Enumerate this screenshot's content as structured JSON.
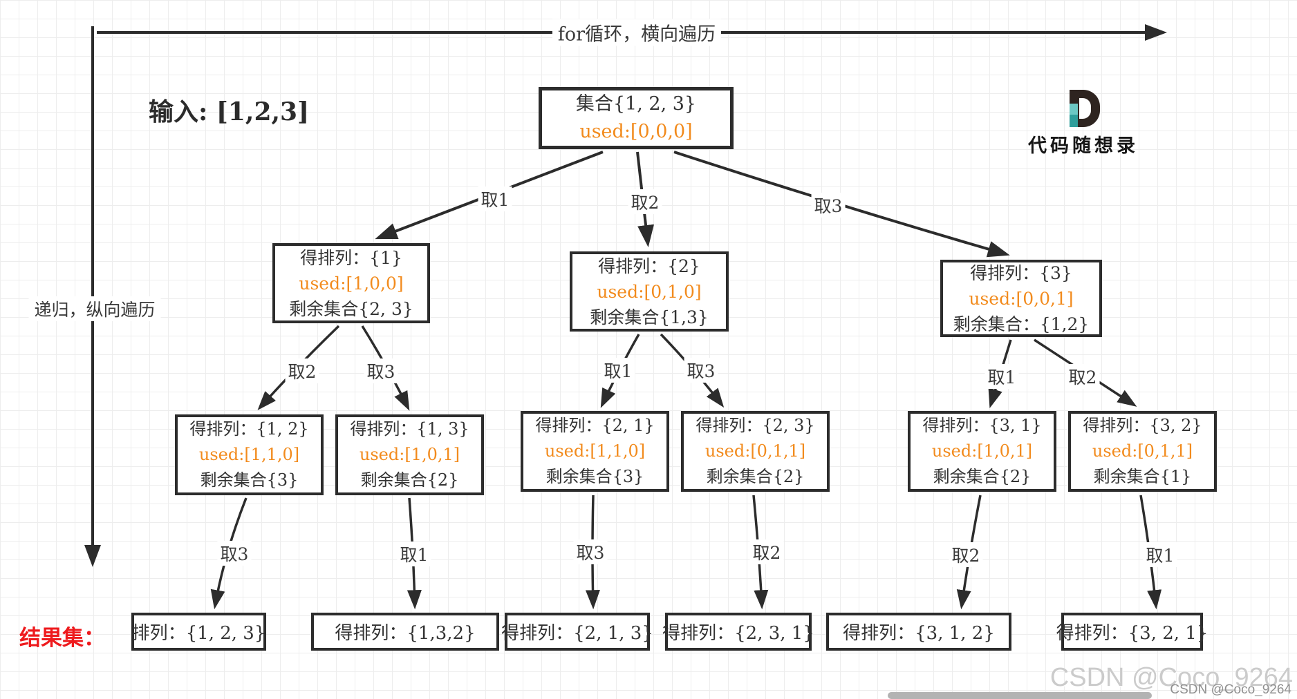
{
  "header": {
    "top_arrow_label": "for循环，横向遍历",
    "left_arrow_label": "递归，纵向遍历",
    "input_label": "输入: [1,2,3]"
  },
  "brand": {
    "name": "代码随想录"
  },
  "colors": {
    "accent_orange": "#f28b1d",
    "result_red": "#ee1a1d",
    "line_dark": "#2c2c2c",
    "logo_dark": "#2e2420",
    "logo_teal_light": "#6cc8c4",
    "logo_teal_dark": "#2f9e9b"
  },
  "root": {
    "title": "集合{1, 2, 3}",
    "used": "used:[0,0,0]"
  },
  "level1": [
    {
      "title": "得排列：{1}",
      "used": "used:[1,0,0]",
      "rest": "剩余集合{2, 3}"
    },
    {
      "title": "得排列：{2}",
      "used": "used:[0,1,0]",
      "rest": "剩余集合{1,3}"
    },
    {
      "title": "得排列：{3}",
      "used": "used:[0,0,1]",
      "rest": "剩余集合：{1,2}"
    }
  ],
  "level2": [
    {
      "title": "得排列：{1, 2}",
      "used": "used:[1,1,0]",
      "rest": "剩余集合{3}"
    },
    {
      "title": "得排列：{1, 3}",
      "used": "used:[1,0,1]",
      "rest": "剩余集合{2}"
    },
    {
      "title": "得排列：{2, 1}",
      "used": "used:[1,1,0]",
      "rest": "剩余集合{3}"
    },
    {
      "title": "得排列：{2, 3}",
      "used": "used:[0,1,1]",
      "rest": "剩余集合{2}"
    },
    {
      "title": "得排列：{3, 1}",
      "used": "used:[1,0,1]",
      "rest": "剩余集合{2}"
    },
    {
      "title": "得排列：{3, 2}",
      "used": "used:[0,1,1]",
      "rest": "剩余集合{1}"
    }
  ],
  "edge_labels": {
    "root": [
      "取1",
      "取2",
      "取3"
    ],
    "mid": [
      "取2",
      "取3",
      "取1",
      "取3",
      "取1",
      "取2"
    ],
    "leaf": [
      "取3",
      "取1",
      "取3",
      "取2",
      "取2",
      "取1"
    ]
  },
  "results_label": "结果集：",
  "results": [
    "排列：{1, 2, 3}",
    "得排列：{1,3,2}",
    "得排列：{2, 1, 3}",
    "得排列：{2, 3, 1}",
    "得排列：{3, 1, 2}",
    "得排列：{3, 2, 1}"
  ],
  "watermark": {
    "big": "CSDN @Coco_9264",
    "small": "CSDN @Coco_9264"
  }
}
